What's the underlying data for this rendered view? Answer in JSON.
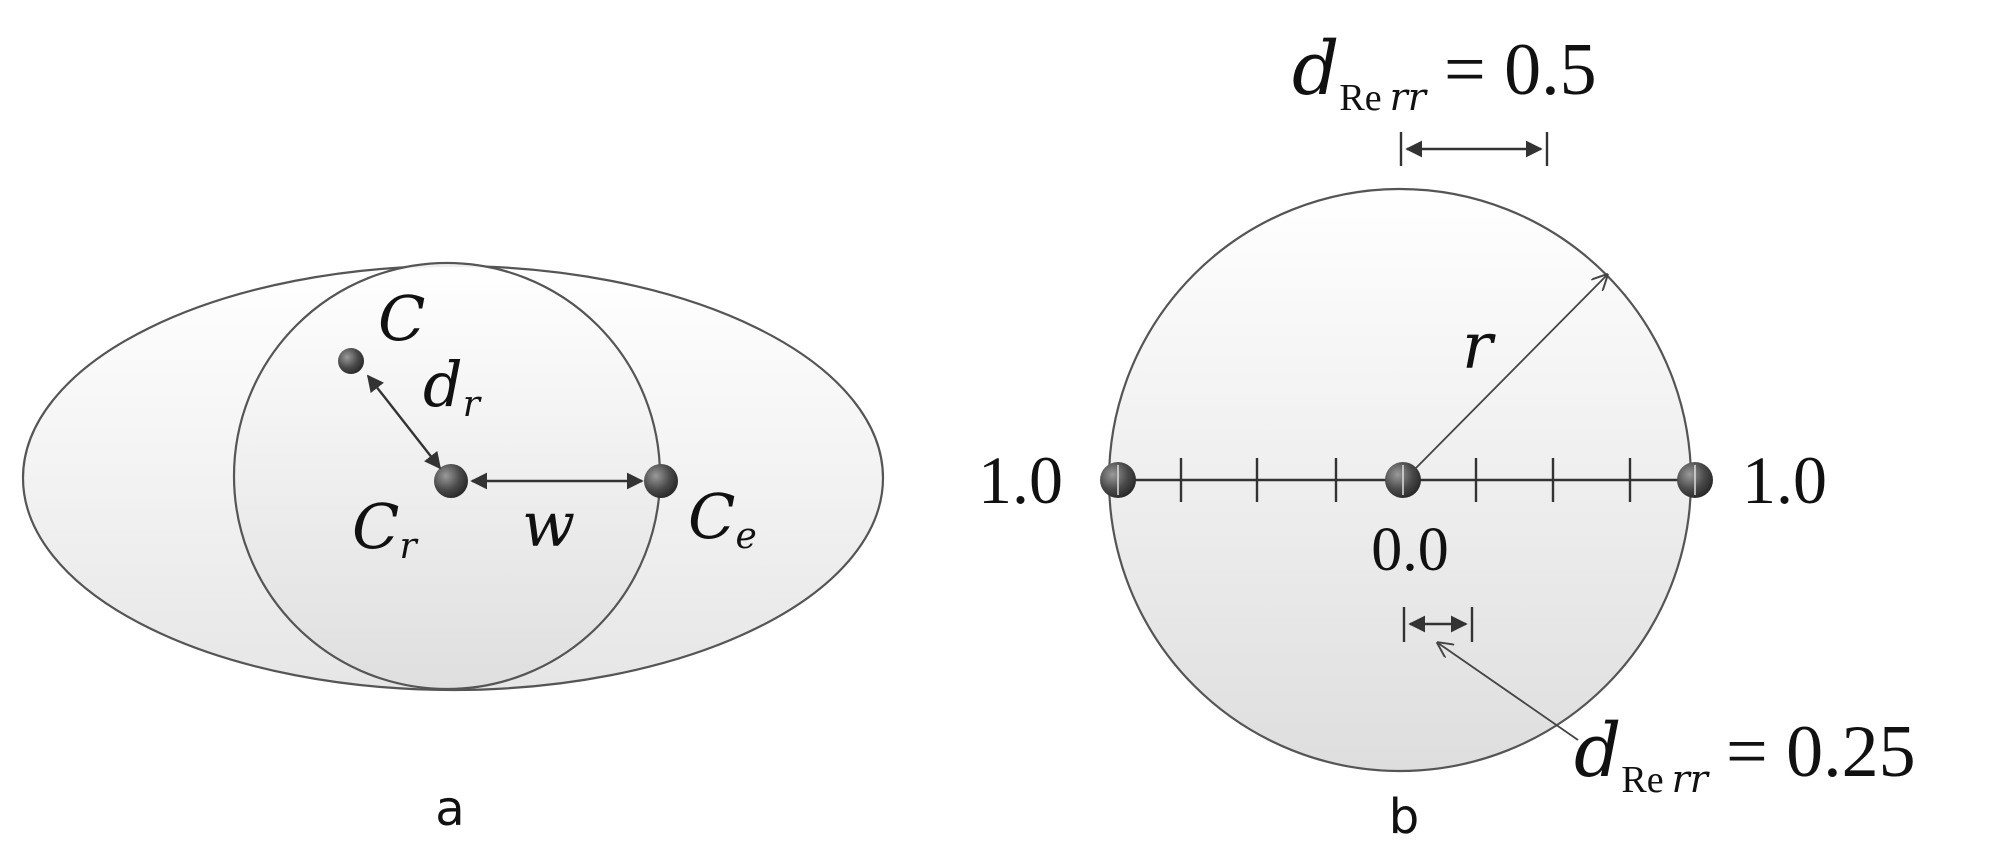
{
  "panel_a": {
    "caption": "a",
    "labels": {
      "c": "C",
      "d": "d",
      "d_sub": "r",
      "cr": "C",
      "cr_sub": "r",
      "w": "w",
      "ce": "C",
      "ce_sub": "e"
    }
  },
  "panel_b": {
    "caption": "b",
    "left_value": "1.0",
    "right_value": "1.0",
    "center_value": "0.0",
    "radius_label": "r",
    "top_eq": {
      "d": "d",
      "sub_re": "Re",
      "sub_rr": "rr",
      "rhs": "= 0.5"
    },
    "bottom_eq": {
      "d": "d",
      "sub_re": "Re",
      "sub_rr": "rr",
      "rhs": "= 0.25"
    }
  },
  "colors": {
    "fill_light": "#f7f7f7",
    "fill_dark": "#dcdcdc",
    "stroke": "#555555",
    "point": "#3a3a3a"
  }
}
